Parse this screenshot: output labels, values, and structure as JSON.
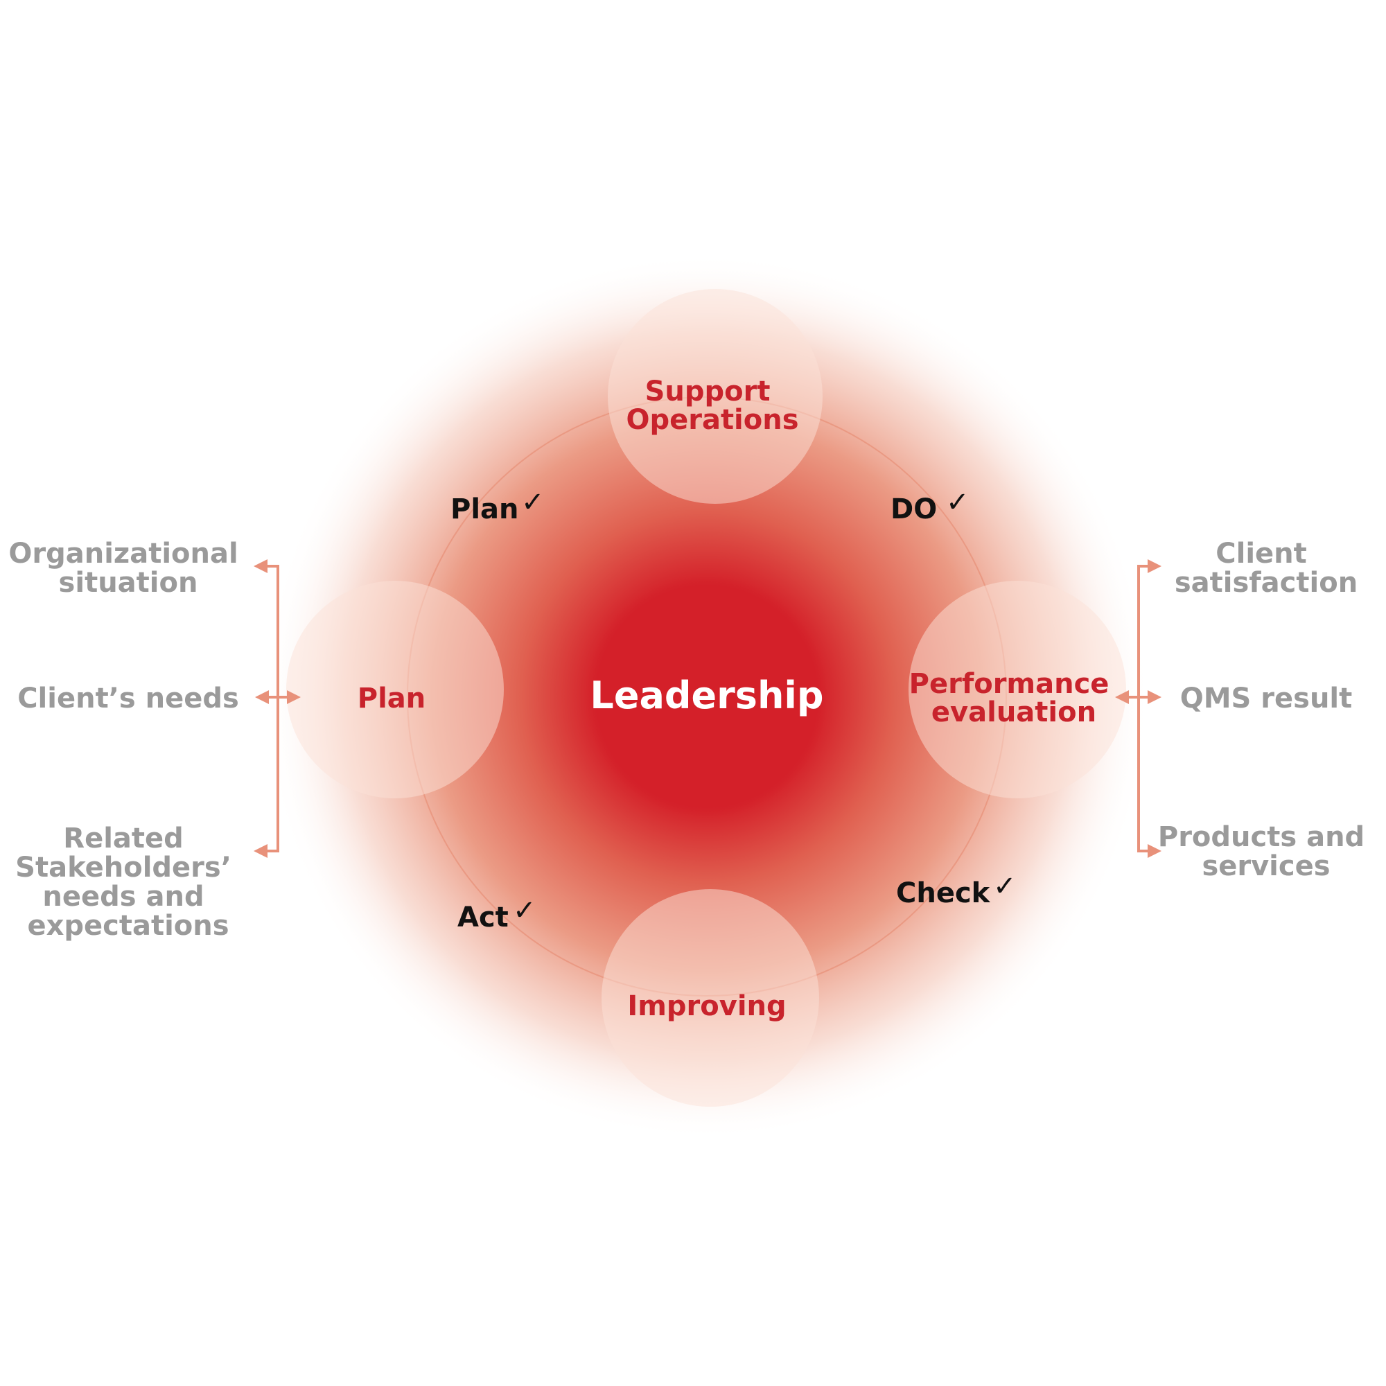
{
  "colors": {
    "core_red": "#d42029",
    "text_red": "#c8232c",
    "arrow_salmon": "#e8917a",
    "grey_text": "#9a9a9a",
    "black_text": "#111111"
  },
  "center": {
    "label": "Leadership"
  },
  "stages": {
    "top": [
      "Support",
      "Operations"
    ],
    "left": "Plan",
    "right": [
      "Performance",
      "evaluation"
    ],
    "bottom": "Improving"
  },
  "pdca": {
    "plan": "Plan",
    "do": "DO",
    "check": "Check",
    "act": "Act",
    "check_mark": "✓"
  },
  "inputs": [
    [
      "Organizational",
      "situation"
    ],
    [
      "Client’s needs"
    ],
    [
      "Related",
      "Stakeholders’",
      "needs and",
      "expectations"
    ]
  ],
  "outputs": [
    [
      "Client",
      "satisfaction"
    ],
    [
      "QMS result"
    ],
    [
      "Products and",
      "services"
    ]
  ]
}
